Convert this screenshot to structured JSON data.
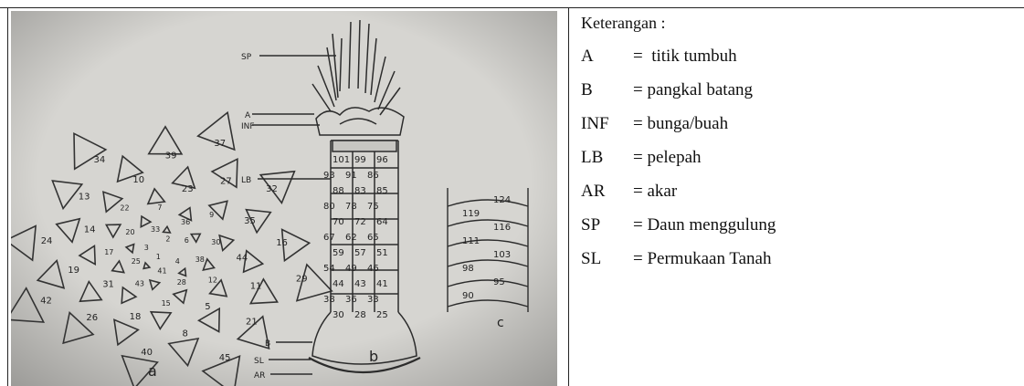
{
  "legend": {
    "title": "Keterangan :",
    "items": [
      {
        "code": "A",
        "desc": "=  titik tumbuh"
      },
      {
        "code": "B",
        "desc": "= pangkal batang"
      },
      {
        "code": "INF",
        "desc": "= bunga/buah"
      },
      {
        "code": "LB",
        "desc": "= pelepah"
      },
      {
        "code": "AR",
        "desc": "= akar"
      },
      {
        "code": "SP",
        "desc": "= Daun menggulung"
      },
      {
        "code": "SL",
        "desc": "= Permukaan Tanah"
      }
    ]
  },
  "figure": {
    "panel_labels": {
      "a": "a",
      "b": "b",
      "c": "c"
    },
    "part_labels": {
      "SP": "SP",
      "A": "A",
      "INF": "INF",
      "LB": "LB",
      "B": "B",
      "SL": "SL",
      "AR": "AR"
    },
    "spiral_numbers": [
      "45",
      "37",
      "42",
      "29",
      "34",
      "40",
      "32",
      "24",
      "21",
      "39",
      "26",
      "16",
      "13",
      "8",
      "27",
      "19",
      "11",
      "10",
      "18",
      "35",
      "14",
      "5",
      "23",
      "31",
      "44",
      "22",
      "15",
      "9",
      "17",
      "12",
      "7",
      "43",
      "30",
      "20",
      "28",
      "36",
      "25",
      "38",
      "33",
      "41",
      "6",
      "3",
      "4",
      "2",
      "1"
    ],
    "trunk_numbers": [
      "101",
      "99",
      "96",
      "93",
      "91",
      "86",
      "88",
      "83",
      "85",
      "80",
      "78",
      "75",
      "70",
      "72",
      "64",
      "67",
      "62",
      "65",
      "59",
      "57",
      "51",
      "54",
      "49",
      "46",
      "44",
      "43",
      "41",
      "38",
      "36",
      "33",
      "30",
      "28",
      "25"
    ],
    "section_c_numbers": [
      "124",
      "119",
      "116",
      "111",
      "103",
      "98",
      "95",
      "90"
    ]
  }
}
